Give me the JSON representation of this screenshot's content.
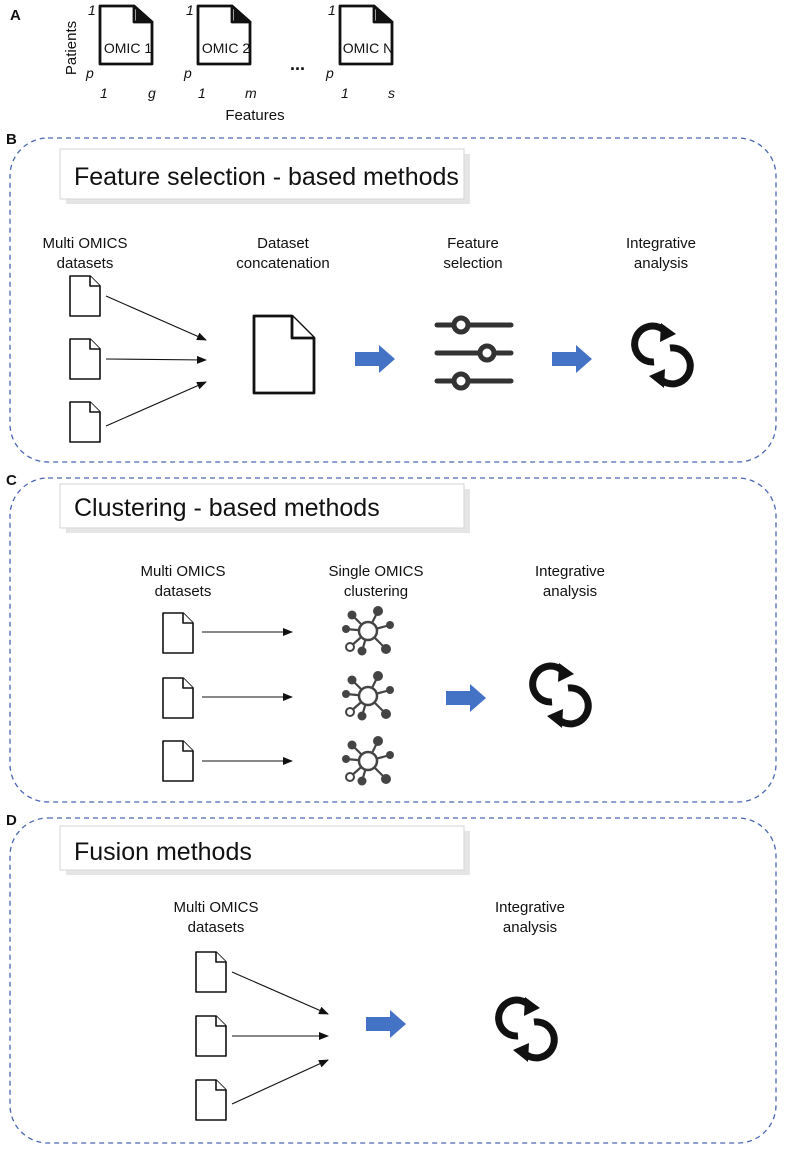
{
  "panels": {
    "a": {
      "letter": "A",
      "y_axis": "Patients",
      "x_axis": "Features",
      "ellipsis": "...",
      "omics": [
        {
          "label": "OMIC 1",
          "row_start": "1",
          "row_end": "p",
          "col_start": "1",
          "col_end": "g"
        },
        {
          "label": "OMIC 2",
          "row_start": "1",
          "row_end": "p",
          "col_start": "1",
          "col_end": "m"
        },
        {
          "label": "OMIC N",
          "row_start": "1",
          "row_end": "p",
          "col_start": "1",
          "col_end": "s"
        }
      ]
    },
    "b": {
      "letter": "B",
      "title": "Feature selection - based methods",
      "steps": [
        {
          "line1": "Multi OMICS",
          "line2": "datasets"
        },
        {
          "line1": "Dataset",
          "line2": "concatenation"
        },
        {
          "line1": "Feature",
          "line2": "selection"
        },
        {
          "line1": "Integrative",
          "line2": "analysis"
        }
      ]
    },
    "c": {
      "letter": "C",
      "title": "Clustering - based methods",
      "steps": [
        {
          "line1": "Multi OMICS",
          "line2": "datasets"
        },
        {
          "line1": "Single OMICS",
          "line2": "clustering"
        },
        {
          "line1": "Integrative",
          "line2": "analysis"
        }
      ]
    },
    "d": {
      "letter": "D",
      "title": "Fusion methods",
      "steps": [
        {
          "line1": "Multi OMICS",
          "line2": "datasets"
        },
        {
          "line1": "Integrative",
          "line2": "analysis"
        }
      ]
    }
  },
  "icons": {
    "document": "document-icon",
    "arrow": "blue-arrow-icon",
    "slider": "sliders-icon",
    "cycle": "integration-cycle-icon",
    "network": "cluster-network-icon"
  },
  "colors": {
    "panel_border": "#4a66b5",
    "arrow": "#4472c4",
    "icon": "#111111"
  }
}
